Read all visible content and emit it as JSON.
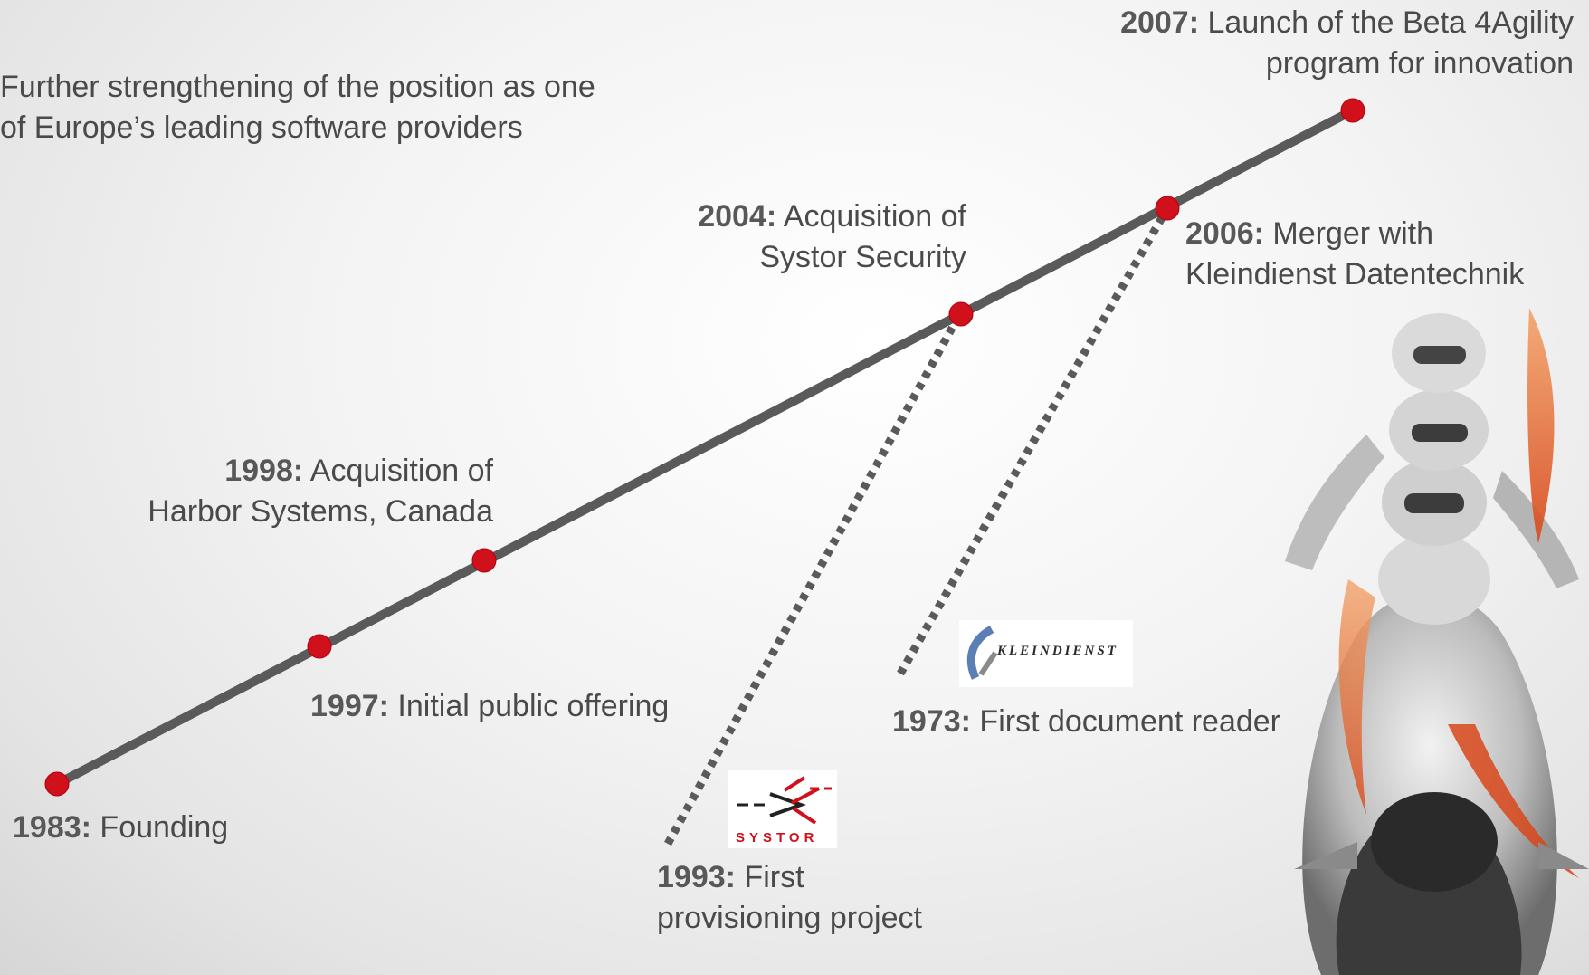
{
  "timeline": {
    "founding": {
      "year": "1983:",
      "text": "Founding"
    },
    "ipo": {
      "year": "1997:",
      "text": "Initial public offering"
    },
    "harbor": {
      "year": "1998:",
      "line1_text": "Acquisition of",
      "line2": "Harbor Systems, Canada"
    },
    "systor": {
      "year": "2004:",
      "line1_text": "Acquisition of",
      "line2": "Systor Security"
    },
    "kleindienst": {
      "year": "2006:",
      "line1_text": "Merger with",
      "line2": "Kleindienst Datentechnik"
    },
    "beta": {
      "year": "2007:",
      "line1_text": "Launch of the Beta 4Agility",
      "line2": "program for innovation"
    },
    "future": {
      "line1": "Further strengthening of the position as one",
      "line2": "of Europe’s leading software providers"
    }
  },
  "branches": {
    "systor_origin": {
      "year": "1993:",
      "line1_text": "First",
      "line2": "provisioning project",
      "logo_text": "SYSTOR"
    },
    "kleindienst_origin": {
      "year": "1973:",
      "text": "First document reader",
      "logo_text": "KLEINDIENST"
    }
  },
  "colors": {
    "line": "#5a5a5a",
    "dot": "#d0101b",
    "text": "#4a4a4a"
  }
}
